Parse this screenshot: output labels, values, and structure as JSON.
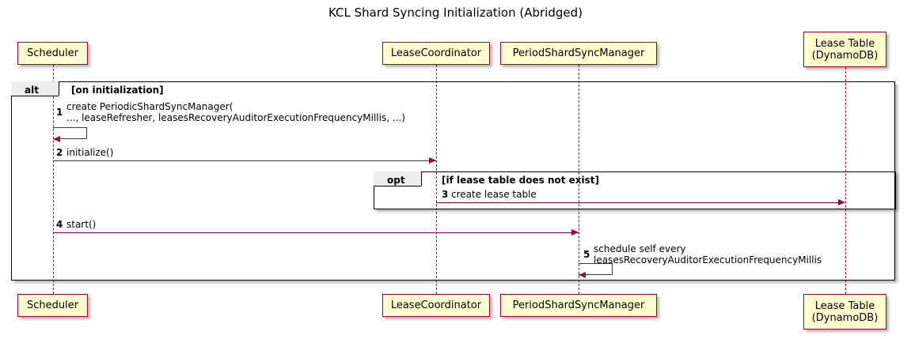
{
  "diagram": {
    "title": "KCL Shard Syncing Initialization (Abridged)",
    "type": "sequence-diagram"
  },
  "colors": {
    "participant_fill": "#FEFECE",
    "participant_border": "#A80036",
    "arrow": "#A80036",
    "fragment_border": "#000000",
    "fragment_tab_fill": "#EEEEEE",
    "background": "#FFFFFF"
  },
  "participants": [
    {
      "id": "scheduler",
      "label": "Scheduler"
    },
    {
      "id": "lease_coordinator",
      "label": "LeaseCoordinator"
    },
    {
      "id": "period_shard_sync_manager",
      "label": "PeriodShardSyncManager"
    },
    {
      "id": "lease_table",
      "label": "Lease Table\n(DynamoDB)"
    }
  ],
  "fragments": [
    {
      "id": "alt",
      "operator": "alt",
      "condition": "[on initialization]"
    },
    {
      "id": "opt",
      "operator": "opt",
      "condition": "[if lease table does not exist]"
    }
  ],
  "messages": [
    {
      "number": "1",
      "label": "create PeriodicShardSyncManager(\n   ..., leaseRefresher, leasesRecoveryAuditorExecutionFrequencyMillis, ...)",
      "from": "Scheduler",
      "to": "Scheduler",
      "self": true
    },
    {
      "number": "2",
      "label": "initialize()",
      "from": "Scheduler",
      "to": "LeaseCoordinator",
      "self": false
    },
    {
      "number": "3",
      "label": "create lease table",
      "from": "LeaseCoordinator",
      "to": "Lease Table (DynamoDB)",
      "self": false
    },
    {
      "number": "4",
      "label": "start()",
      "from": "Scheduler",
      "to": "PeriodShardSyncManager",
      "self": false
    },
    {
      "number": "5",
      "label": "schedule self every\n   leasesRecoveryAuditorExecutionFrequencyMillis",
      "from": "PeriodShardSyncManager",
      "to": "PeriodShardSyncManager",
      "self": true
    }
  ]
}
